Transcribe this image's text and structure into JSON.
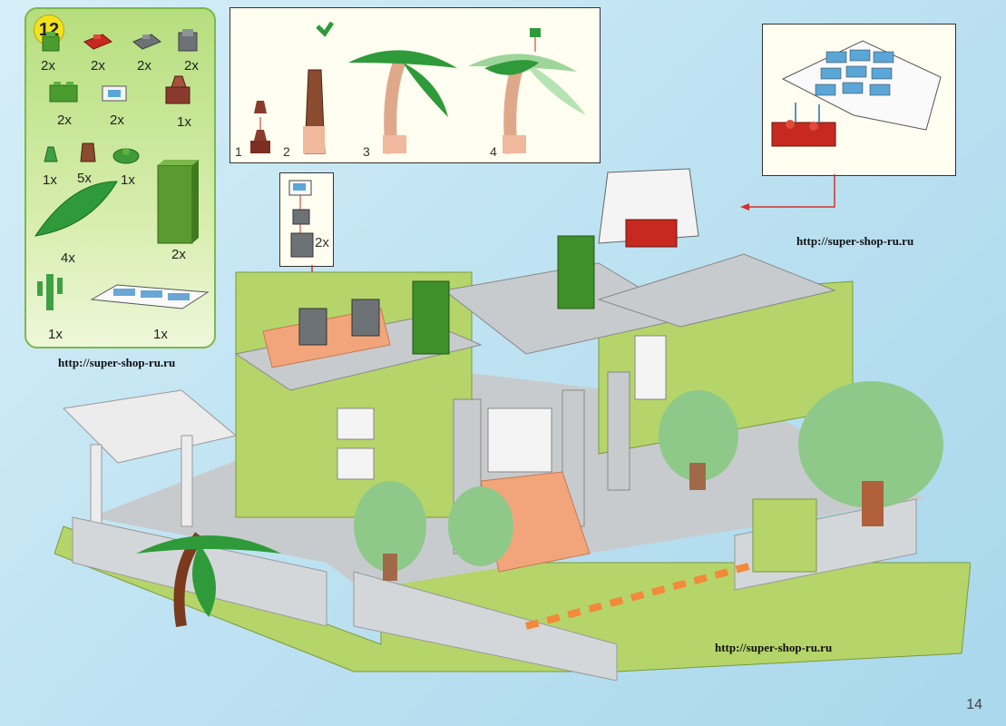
{
  "step": {
    "number": "12"
  },
  "parts_list": {
    "quantities": [
      "2x",
      "2x",
      "2x",
      "2x",
      "2x",
      "2x",
      "1x",
      "1x",
      "5x",
      "1x",
      "4x",
      "2x",
      "1x",
      "1x"
    ]
  },
  "palm_steps": [
    "1",
    "2",
    "3",
    "4"
  ],
  "sub_assembly": {
    "quantity": "2x"
  },
  "urls": {
    "right": "http://super-shop-ru.ru",
    "left": "http://super-shop-ru.ru",
    "bottom": "http://super-shop-ru.ru"
  },
  "page_number": "14",
  "colors": {
    "lime_green": "#b5d56a",
    "dark_green": "#3f8f2a",
    "light_gray": "#d7d9db",
    "orange": "#f2a57a",
    "red": "#c7281f",
    "brown": "#8a4b2e"
  }
}
